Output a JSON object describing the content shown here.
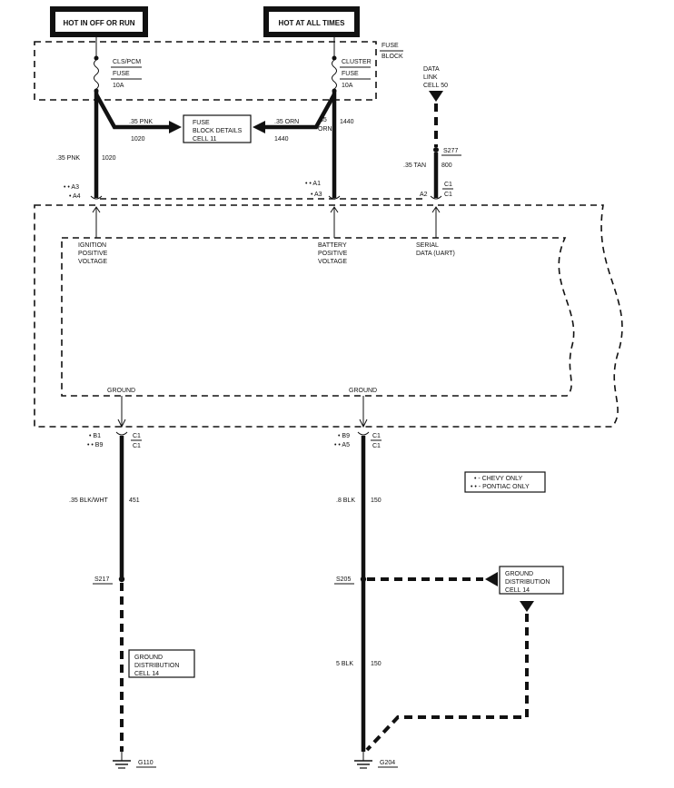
{
  "power_labels": {
    "left": "HOT IN OFF OR RUN",
    "right": "HOT AT ALL TIMES"
  },
  "fuse_block": {
    "label_line1": "FUSE",
    "label_line2": "BLOCK",
    "fuse_left": {
      "name": "CLS/PCM",
      "type": "FUSE",
      "rating": "10A"
    },
    "fuse_right": {
      "name": "CLUSTER",
      "type": "FUSE",
      "rating": "10A"
    }
  },
  "fuse_block_ref": {
    "line1": "FUSE",
    "line2": "BLOCK DETAILS",
    "line3": "CELL 11"
  },
  "data_link_ref": {
    "line1": "DATA",
    "line2": "LINK",
    "line3": "CELL 50"
  },
  "branch_left": {
    "gauge": ".35 PNK",
    "circuit": "1020"
  },
  "branch_right": {
    "gauge": ".35 ORN",
    "circuit": "1440"
  },
  "wires": {
    "w1020": {
      "gauge": ".35 PNK",
      "circuit": "1020"
    },
    "w1440": {
      "gauge_line1": ".35",
      "gauge_line2": "ORN",
      "circuit": "1440"
    },
    "w800": {
      "gauge": ".35 TAN",
      "circuit": "800"
    },
    "w451": {
      "gauge": ".35 BLK/WHT",
      "circuit": "451"
    },
    "w150a": {
      "gauge": ".8 BLK",
      "circuit": "150"
    },
    "w150b": {
      "gauge": "5 BLK",
      "circuit": "150"
    }
  },
  "splices": {
    "s277": "S277",
    "s217": "S217",
    "s205": "S205"
  },
  "pins": {
    "ign_a3": "• • A3",
    "ign_a4": "• A4",
    "bat_a1": "• • A1",
    "bat_a3": "• A3",
    "ser_a2": "A2",
    "c1": "C1",
    "gnd_b1": "• B1",
    "gnd_b9": "• • B9",
    "gnd2_b9": "• B9",
    "gnd2_a5": "• • A5"
  },
  "module_inputs": {
    "ign": [
      "IGNITION",
      "POSITIVE",
      "VOLTAGE"
    ],
    "bat": [
      "BATTERY",
      "POSITIVE",
      "VOLTAGE"
    ],
    "ser": [
      "SERIAL",
      "DATA (UART)"
    ],
    "ground": "GROUND"
  },
  "legend": {
    "chevy": "• - CHEVY ONLY",
    "pontiac": "• • - PONTIAC ONLY"
  },
  "ground_dist": {
    "line1": "GROUND",
    "line2": "DISTRIBUTION",
    "line3": "CELL 14"
  },
  "grounds": {
    "g110": "G110",
    "g204": "G204"
  }
}
